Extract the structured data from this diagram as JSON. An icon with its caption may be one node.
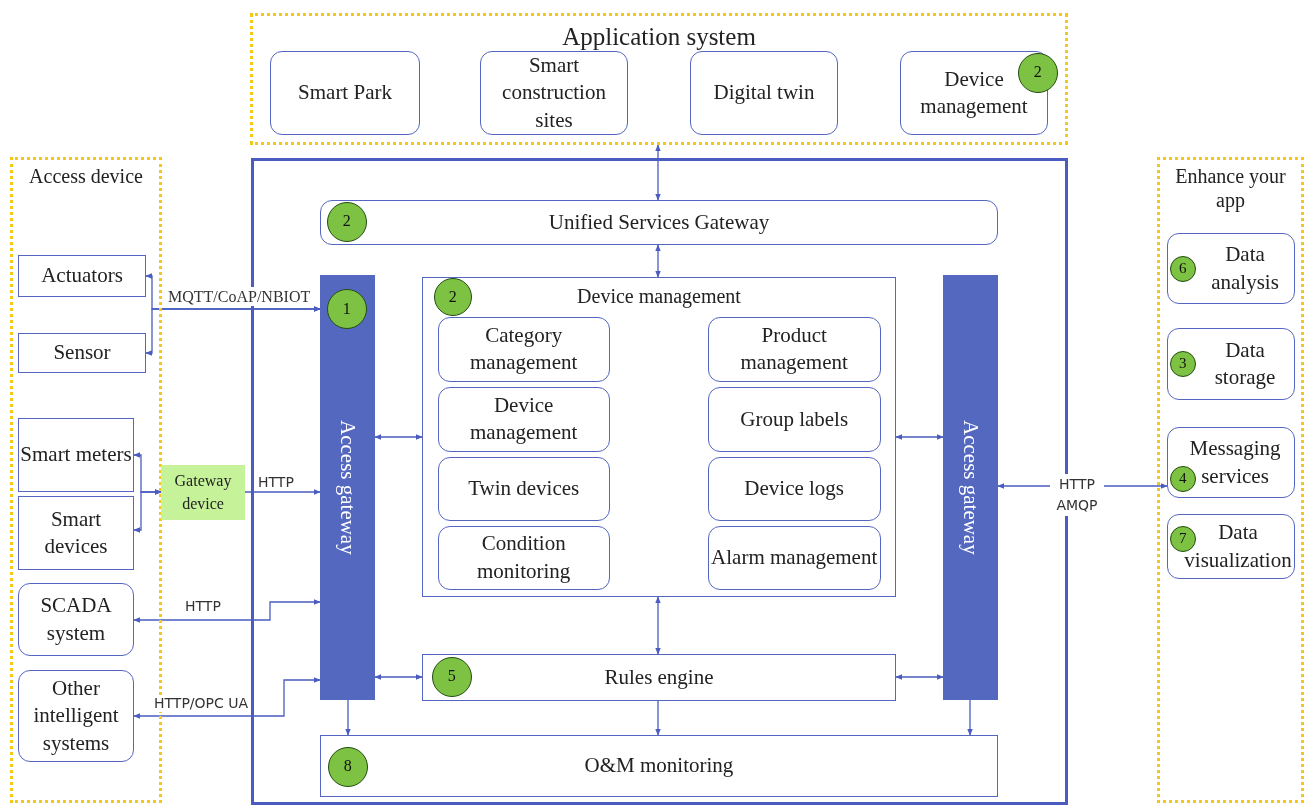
{
  "diagram": {
    "nodes": [
      {
        "text": [
          "Application system"
        ]
      },
      {
        "text": [
          "Smart Park"
        ],
        "in": 0
      },
      {
        "text": [
          "Smart construction sites"
        ],
        "in": 0
      },
      {
        "text": [
          "Digital twin"
        ],
        "in": 0
      },
      {
        "text": [
          "Device management"
        ],
        "in": 0
      },
      {
        "text": [
          "2"
        ],
        "in": 4
      },
      {
        "text": [
          "Access device"
        ]
      },
      {
        "text": [
          "Actuators"
        ],
        "in": 6
      },
      {
        "text": [
          "Sensor"
        ],
        "in": 6
      },
      {
        "text": [
          "Smart meters"
        ],
        "in": 6
      },
      {
        "text": [
          "Smart devices"
        ],
        "in": 6
      },
      {
        "text": [
          "SCADA system"
        ],
        "in": 6
      },
      {
        "text": [
          "Other intelligent systems"
        ],
        "in": 6
      },
      {
        "text": [
          "Gateway device"
        ]
      },
      {
        "text": [],
        "shape": "box"
      },
      {
        "text": [
          "Unified Services Gateway"
        ],
        "in": 14
      },
      {
        "text": [
          "2"
        ],
        "in": 15
      },
      {
        "text": [
          "Access gateway"
        ],
        "in": 14
      },
      {
        "text": [
          "1"
        ],
        "in": 17
      },
      {
        "text": [
          "Device management"
        ],
        "in": 14
      },
      {
        "text": [
          "2"
        ],
        "in": 19
      },
      {
        "text": [
          "Category management"
        ],
        "in": 19
      },
      {
        "text": [
          "Product management"
        ],
        "in": 19
      },
      {
        "text": [
          "Device management"
        ],
        "in": 19
      },
      {
        "text": [
          "Group labels"
        ],
        "in": 19
      },
      {
        "text": [
          "Twin devices"
        ],
        "in": 19
      },
      {
        "text": [
          "Device logs"
        ],
        "in": 19
      },
      {
        "text": [
          "Condition monitoring"
        ],
        "in": 19
      },
      {
        "text": [
          "Alarm management"
        ],
        "in": 19
      },
      {
        "text": [
          "Access gateway"
        ],
        "in": 14
      },
      {
        "text": [
          "Rules engine"
        ],
        "in": 14
      },
      {
        "text": [
          "5"
        ],
        "in": 30
      },
      {
        "text": [
          "O&M monitoring"
        ],
        "in": 14
      },
      {
        "text": [
          "8"
        ],
        "in": 32
      },
      {
        "text": [
          "Enhance your app"
        ]
      },
      {
        "text": [
          "Data analysis"
        ],
        "in": 34
      },
      {
        "text": [
          "6"
        ],
        "in": 35
      },
      {
        "text": [
          "Data storage"
        ],
        "in": 34
      },
      {
        "text": [
          "3"
        ],
        "in": 37
      },
      {
        "text": [
          "Messaging services"
        ],
        "in": 34
      },
      {
        "text": [
          "4"
        ],
        "in": 39
      },
      {
        "text": [
          "Data visualization"
        ],
        "in": 34
      },
      {
        "text": [
          "7"
        ],
        "in": 41
      }
    ],
    "edges": [
      {
        "from": 0,
        "to": 15,
        "arrow": "both"
      },
      {
        "from": 15,
        "to": 19,
        "arrow": "both"
      },
      {
        "from": 17,
        "to": 7,
        "arrow": "both",
        "label": "MQTT/CoAP/NBIOT"
      },
      {
        "from": 17,
        "to": 8,
        "arrow": "both"
      },
      {
        "from": 13,
        "to": 9,
        "arrow": "both"
      },
      {
        "from": 13,
        "to": 10,
        "arrow": "both"
      },
      {
        "from": 13,
        "to": 17,
        "arrow": "to",
        "label": "HTTP"
      },
      {
        "from": 17,
        "to": 11,
        "arrow": "both",
        "label": "HTTP"
      },
      {
        "from": 17,
        "to": 12,
        "arrow": "both",
        "label": "HTTP/OPC UA"
      },
      {
        "from": 17,
        "to": 19,
        "arrow": "both"
      },
      {
        "from": 19,
        "to": 29,
        "arrow": "both"
      },
      {
        "from": 19,
        "to": 30,
        "arrow": "both"
      },
      {
        "from": 17,
        "to": 30,
        "arrow": "both"
      },
      {
        "from": 30,
        "to": 29,
        "arrow": "both"
      },
      {
        "from": 17,
        "to": 32,
        "arrow": "to"
      },
      {
        "from": 30,
        "to": 32,
        "arrow": "to"
      },
      {
        "from": 29,
        "to": 32,
        "arrow": "to"
      },
      {
        "from": 29,
        "to": 39,
        "arrow": "both",
        "label": "HTTP AMQP"
      }
    ]
  }
}
